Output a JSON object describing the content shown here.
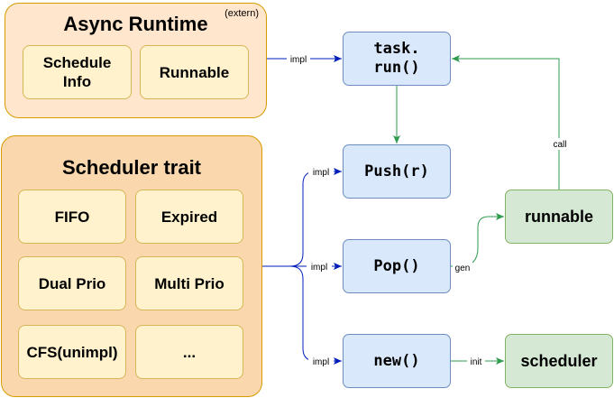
{
  "runtime_group": {
    "title": "Async Runtime",
    "note": "(extern)"
  },
  "runtime_items": [
    "Schedule\nInfo",
    "Runnable"
  ],
  "trait_group": {
    "title": "Scheduler trait"
  },
  "trait_items": [
    "FIFO",
    "Expired",
    "Dual Prio",
    "Multi Prio",
    "CFS(unimpl)",
    "..."
  ],
  "functions": {
    "task_run": "task.\nrun()",
    "push": "Push(r)",
    "pop": "Pop()",
    "new": "new()"
  },
  "outputs": {
    "runnable": "runnable",
    "scheduler": "scheduler"
  },
  "edge_labels": {
    "impl_runtime": "impl",
    "impl_push": "impl",
    "impl_pop": "impl",
    "impl_new": "impl",
    "gen": "gen",
    "init": "init",
    "call": "call"
  },
  "colors": {
    "blue_edge": "#001dbc",
    "green_edge": "#2d9b4e"
  }
}
